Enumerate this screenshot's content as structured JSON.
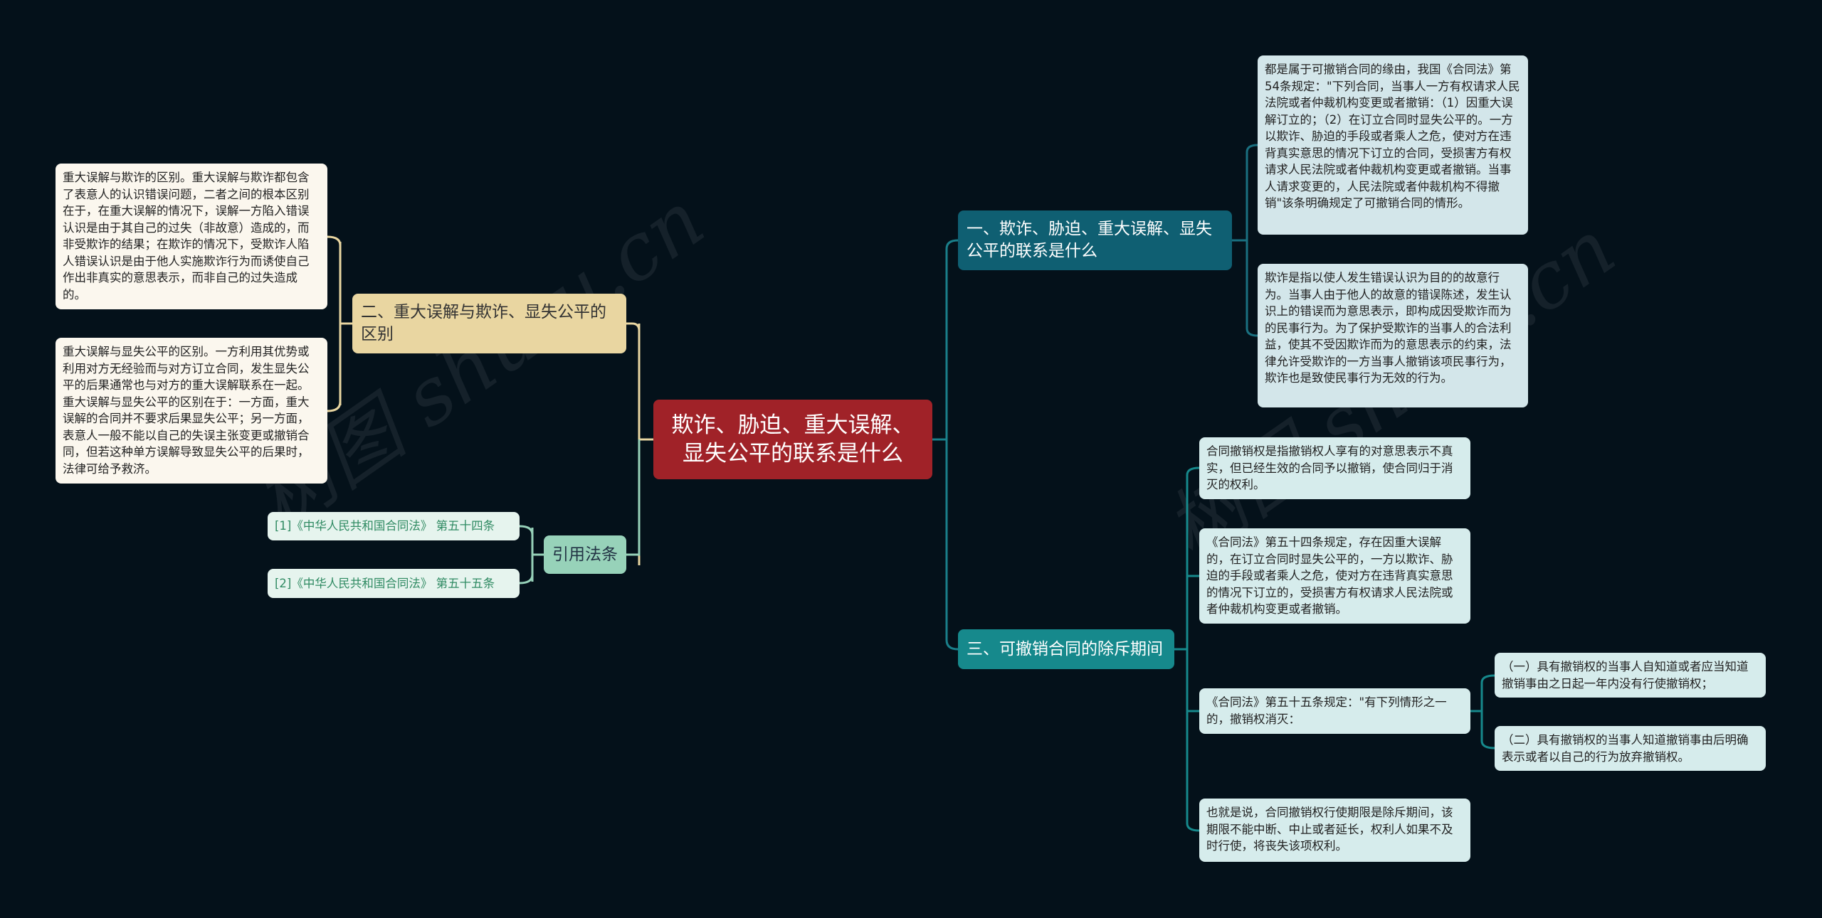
{
  "root": {
    "title": "欺诈、胁迫、重大误解、显失公平的联系是什么",
    "color": "#a02228"
  },
  "branches": {
    "b1": {
      "label": "一、欺诈、胁迫、重大误解、显失公平的联系是什么",
      "color": "#0f5f72"
    },
    "b2": {
      "label": "二、重大误解与欺诈、显失公平的区别",
      "color": "#e9d6a1"
    },
    "b3": {
      "label": "三、可撤销合同的除斥期间",
      "color": "#16898c"
    },
    "refs": {
      "label": "引用法条",
      "color": "#97d2b9"
    }
  },
  "b1_leaves": [
    "都是属于可撤销合同的缘由，我国《合同法》第54条规定：\"下列合同，当事人一方有权请求人民法院或者仲裁机构变更或者撤销：（1）因重大误解订立的；（2）在订立合同时显失公平的。一方以欺诈、胁迫的手段或者乘人之危，使对方在违背真实意思的情况下订立的合同，受损害方有权请求人民法院或者仲裁机构变更或者撤销。当事人请求变更的，人民法院或者仲裁机构不得撤销\"该条明确规定了可撤销合同的情形。",
    "欺诈是指以使人发生错误认识为目的的故意行为。当事人由于他人的故意的错误陈述，发生认识上的错误而为意思表示，即构成因受欺诈而为的民事行为。为了保护受欺诈的当事人的合法利益，使其不受因欺诈而为的意思表示的约束，法律允许受欺诈的一方当事人撤销该项民事行为，欺诈也是致使民事行为无效的行为。"
  ],
  "b2_leaves": [
    "重大误解与欺诈的区别。重大误解与欺诈都包含了表意人的认识错误问题，二者之间的根本区别在于，在重大误解的情况下，误解一方陷入错误认识是由于其自己的过失（非故意）造成的，而非受欺诈的结果；在欺诈的情况下，受欺诈人陷人错误认识是由于他人实施欺诈行为而诱使自己作出非真实的意思表示，而非自己的过失造成的。",
    "重大误解与显失公平的区别。一方利用其优势或利用对方无经验而与对方订立合同，发生显失公平的后果通常也与对方的重大误解联系在一起。重大误解与显失公平的区别在于：一方面，重大误解的合同并不要求后果显失公平；另一方面，表意人一般不能以自己的失误主张变更或撤销合同，但若这种单方误解导致显失公平的后果时，法律可给予救济。"
  ],
  "b3_leaves": [
    "合同撤销权是指撤销权人享有的对意思表示不真实，但已经生效的合同予以撤销，使合同归于消灭的权利。",
    "《合同法》第五十四条规定，存在因重大误解的，在订立合同时显失公平的，一方以欺诈、胁迫的手段或者乘人之危，使对方在违背真实意思的情况下订立的，受损害方有权请求人民法院或者仲裁机构变更或者撤销。",
    "《合同法》第五十五条规定：\"有下列情形之一的，撤销权消灭：",
    "也就是说，合同撤销权行使期限是除斥期间，该期限不能中断、中止或者延长，权利人如果不及时行使，将丧失该项权利。"
  ],
  "b3_sub": [
    "（一）具有撤销权的当事人自知道或者应当知道撤销事由之日起一年内没有行使撤销权；",
    "（二）具有撤销权的当事人知道撤销事由后明确表示或者以自己的行为放弃撤销权。"
  ],
  "refs": [
    "[1]《中华人民共和国合同法》 第五十四条",
    "[2]《中华人民共和国合同法》 第五十五条"
  ],
  "watermark": "树图 shutu.cn"
}
